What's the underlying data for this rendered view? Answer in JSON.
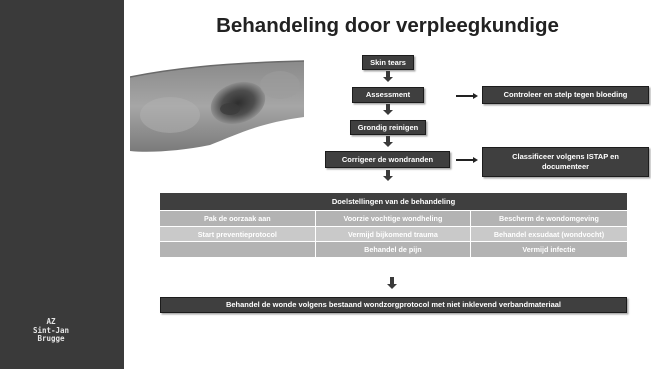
{
  "slide": {
    "title": "Behandeling door verpleegkundige",
    "logo_lines": [
      "AZ",
      "Sint-Jan",
      "Brugge"
    ]
  },
  "image": {
    "description_name": "wound-photo"
  },
  "flow": {
    "skin_tears": "Skin tears",
    "assessment": "Assessment",
    "grondig_reinigen": "Grondig reinigen",
    "corrigeer": "Corrigeer de wondranden",
    "controleer": "Controleer en stelp tegen bloeding",
    "classificeer": "Classificeer volgens ISTAP en documenteer"
  },
  "goals": {
    "header": "Doelstellingen van de behandeling",
    "rows": [
      [
        "Pak de oorzaak aan",
        "Voorzie vochtige wondheling",
        "Bescherm de wondomgeving"
      ],
      [
        "Start preventieprotocol",
        "Vermijd bijkomend trauma",
        "Behandel exsudaat  (wondvocht)"
      ],
      [
        "",
        "Behandel de pijn",
        "Vermijd infectie"
      ]
    ]
  },
  "final": {
    "text": "Behandel de wonde volgens bestaand wondzorgprotocol met niet inklevend verbandmateriaal"
  },
  "colors": {
    "sidebar": "#3a3a3a",
    "box": "#3f3f3f",
    "cell": "#b3b3b3"
  }
}
